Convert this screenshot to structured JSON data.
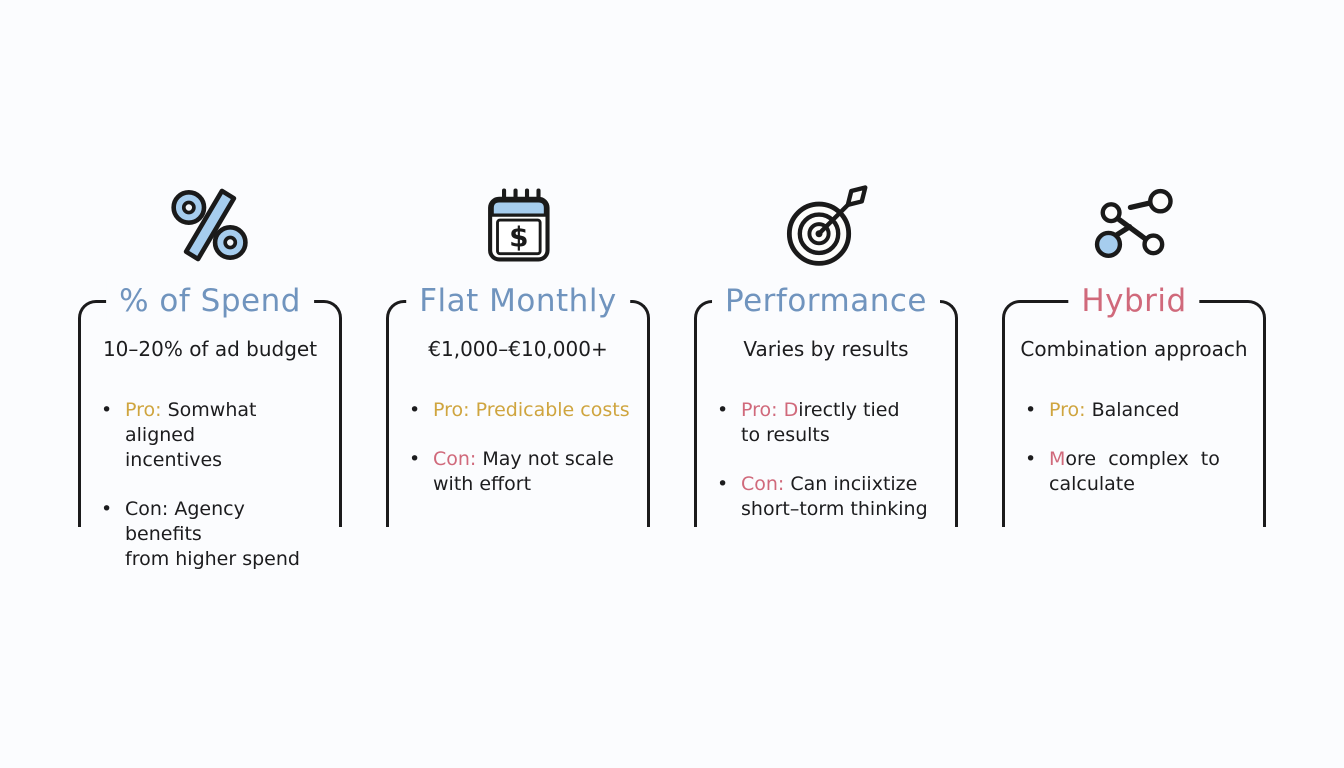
{
  "colors": {
    "ink": "#1c1c1e",
    "stroke": "#1a1a1a",
    "blue_title": "#7094be",
    "rose": "#d0697b",
    "gold": "#cfa53f",
    "icon_blue": "#a6cdee",
    "background": "#fbfcfe"
  },
  "columns": [
    {
      "icon": "percent-icon",
      "title": "% of Spend",
      "title_color": "blue_title",
      "subtitle": "10–20% of ad budget",
      "bullets": [
        {
          "segments": [
            {
              "text": "Pro:",
              "color": "gold"
            },
            {
              "text": " Somwhat aligned\nincentives",
              "color": "ink"
            }
          ]
        },
        {
          "segments": [
            {
              "text": "Con: Agency benefits\nfrom higher spend",
              "color": "ink"
            }
          ]
        }
      ]
    },
    {
      "icon": "calendar-dollar-icon",
      "title": "Flat Monthly",
      "title_color": "blue_title",
      "subtitle": "€1,000–€10,000+",
      "bullets": [
        {
          "segments": [
            {
              "text": "Pro: Predicable costs",
              "color": "gold"
            }
          ]
        },
        {
          "segments": [
            {
              "text": "Con:",
              "color": "rose"
            },
            {
              "text": " May not scale\nwith effort",
              "color": "ink"
            }
          ]
        }
      ]
    },
    {
      "icon": "target-arrow-icon",
      "title": "Performance",
      "title_color": "blue_title",
      "subtitle": "Varies by results",
      "bullets": [
        {
          "segments": [
            {
              "text": "Pro: D",
              "color": "rose"
            },
            {
              "text": "irectly tied\nto results",
              "color": "ink"
            }
          ]
        },
        {
          "segments": [
            {
              "text": "Con:",
              "color": "rose"
            },
            {
              "text": " Can inciixtize\nshort–torm thinking",
              "color": "ink"
            }
          ]
        }
      ]
    },
    {
      "icon": "network-nodes-icon",
      "title": "Hybrid",
      "title_color": "rose",
      "subtitle": "Combination approach",
      "bullets": [
        {
          "segments": [
            {
              "text": "Pro:",
              "color": "gold"
            },
            {
              "text": " Balanced",
              "color": "ink"
            }
          ]
        },
        {
          "segments": [
            {
              "text": "M",
              "color": "rose"
            },
            {
              "text": "ore  complex  to\ncalculate",
              "color": "ink"
            }
          ]
        }
      ]
    }
  ]
}
